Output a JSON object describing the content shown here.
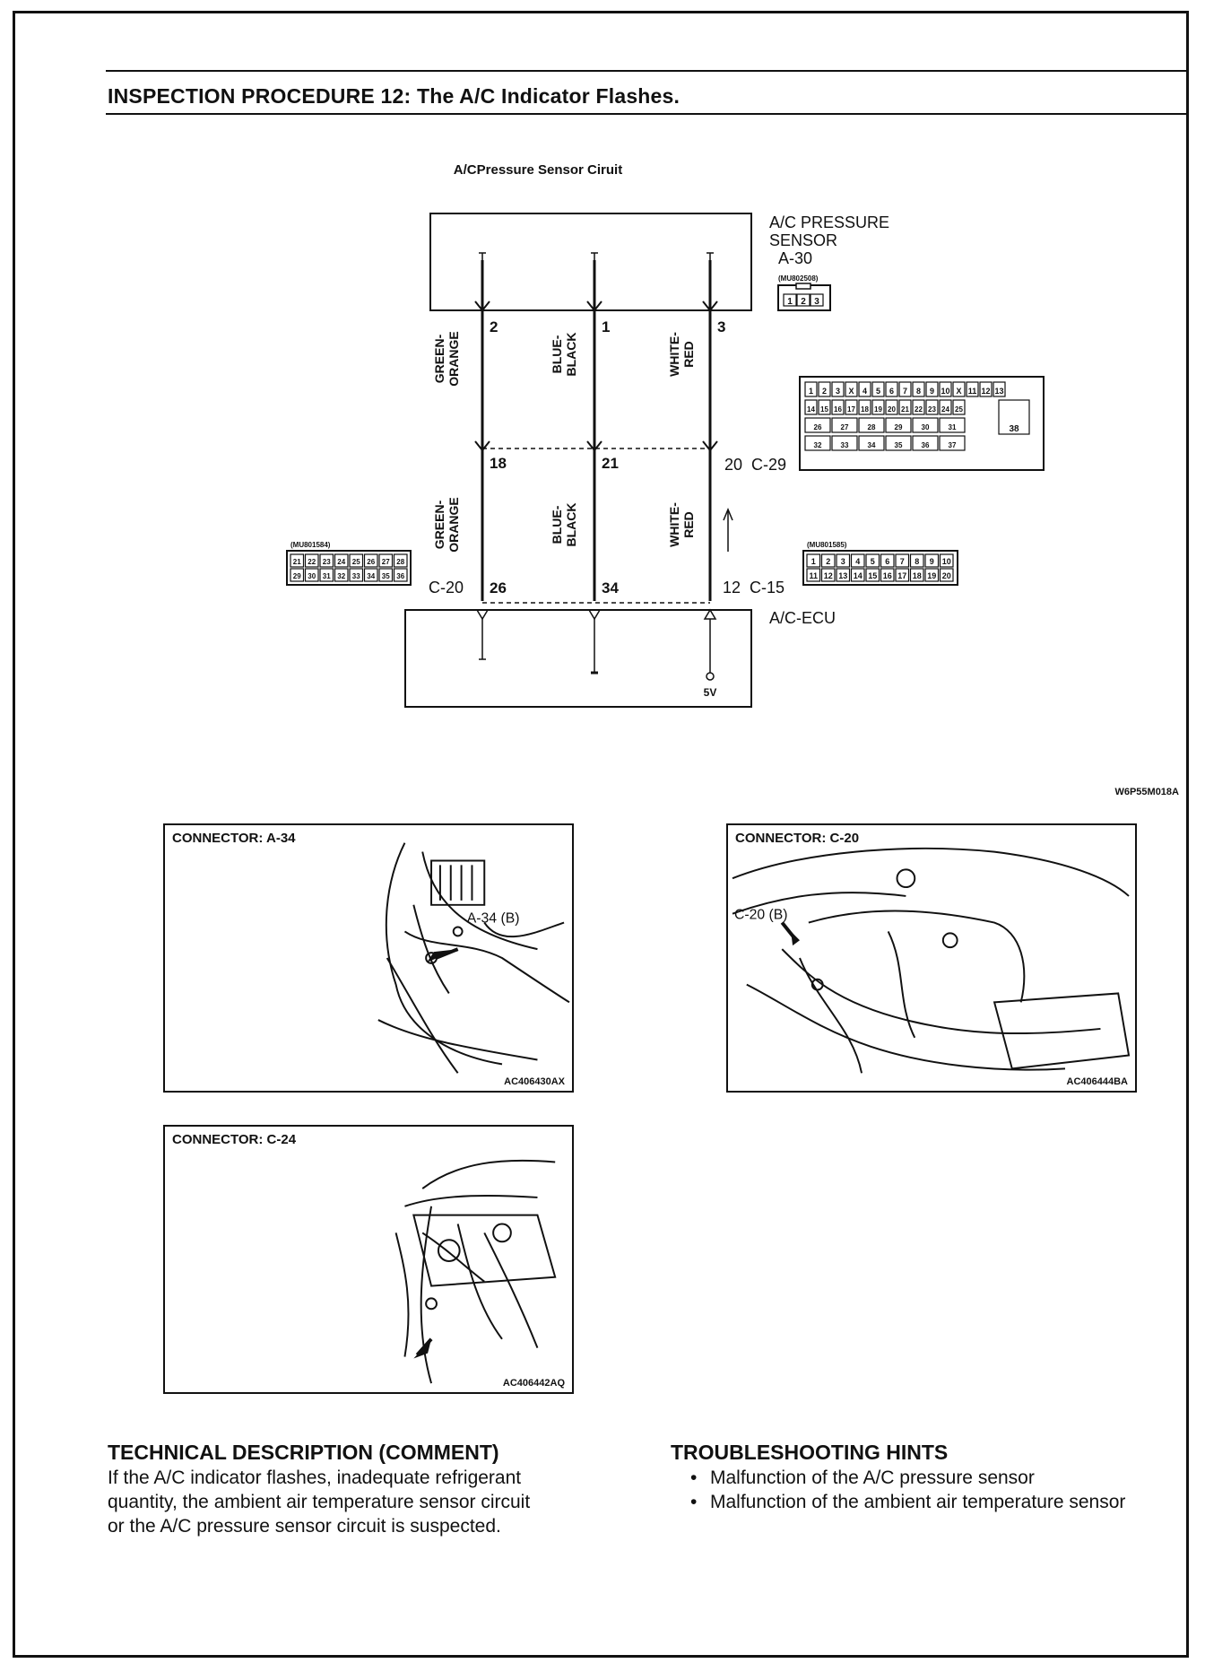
{
  "page": {
    "heading_title": "INSPECTION PROCEDURE 12: The A/C Indicator Flashes."
  },
  "diagram": {
    "title": "A/CPressure Sensor Ciruit",
    "sensor_label": [
      "A/C PRESSURE",
      "SENSOR",
      "A-30"
    ],
    "sensor_connector_code": "(MU802508)",
    "sensor_connector_pins": [
      "1",
      "2",
      "3"
    ],
    "ecu_label": "A/C-ECU",
    "supply_label": "5V",
    "figure_code": "W6P55M018A",
    "wires": [
      {
        "name": "GREEN-ORANGE",
        "upper_label": [
          "GREEN-",
          "ORANGE"
        ],
        "lower_label": [
          "GREEN-",
          "ORANGE"
        ],
        "sensor_pin": "2",
        "junction_pin": "18",
        "ecu_pin": "26"
      },
      {
        "name": "BLUE-BLACK",
        "upper_label": [
          "BLUE-",
          "BLACK"
        ],
        "lower_label": [
          "BLUE-",
          "BLACK"
        ],
        "sensor_pin": "1",
        "junction_pin": "21",
        "ecu_pin": "34"
      },
      {
        "name": "WHITE-RED",
        "upper_label": [
          "WHITE-",
          "RED"
        ],
        "lower_label": [
          "WHITE-",
          "RED"
        ],
        "sensor_pin": "3",
        "junction_pin": "20",
        "ecu_pin": "12"
      }
    ],
    "junction_connector": "C-29",
    "ecu_connector_left": "C-20",
    "ecu_connector_right": "C-15",
    "c29_rows": [
      [
        "1",
        "2",
        "3",
        "X",
        "4",
        "5",
        "6",
        "7",
        "8",
        "9",
        "10",
        "X",
        "11",
        "12",
        "13"
      ],
      [
        "14",
        "15",
        "16",
        "17",
        "18",
        "19",
        "20",
        "21",
        "22",
        "23",
        "24",
        "25"
      ],
      [
        "26",
        "27",
        "28",
        "29",
        "30",
        "31"
      ],
      [
        "32",
        "33",
        "34",
        "35",
        "36",
        "37"
      ]
    ],
    "c29_side_pin": "38",
    "c20_code": "(MU801584)",
    "c20_rows": [
      [
        "21",
        "22",
        "23",
        "24",
        "25",
        "26",
        "27",
        "28"
      ],
      [
        "29",
        "30",
        "31",
        "32",
        "33",
        "34",
        "35",
        "36"
      ]
    ],
    "c15_code": "(MU801585)",
    "c15_rows": [
      [
        "1",
        "2",
        "3",
        "4",
        "5",
        "6",
        "7",
        "8",
        "9",
        "10"
      ],
      [
        "11",
        "12",
        "13",
        "14",
        "15",
        "16",
        "17",
        "18",
        "19",
        "20"
      ]
    ]
  },
  "connectors": [
    {
      "title": "CONNECTOR: A-34",
      "callout": "A-34 (B)",
      "code": "AC406430AX"
    },
    {
      "title": "CONNECTOR: C-20",
      "callout": "C-20 (B)",
      "code": "AC406444BA"
    },
    {
      "title": "CONNECTOR: C-24",
      "callout": "",
      "code": "AC406442AQ"
    }
  ],
  "technical": {
    "heading": "TECHNICAL DESCRIPTION (COMMENT)",
    "lines": [
      "If the A/C indicator flashes, inadequate refrigerant",
      "quantity, the ambient air temperature sensor circuit",
      "or the A/C pressure sensor circuit is suspected."
    ]
  },
  "hints": {
    "heading": "TROUBLESHOOTING HINTS",
    "items": [
      "Malfunction of the A/C pressure sensor",
      "Malfunction of the ambient air temperature sensor"
    ],
    "bullet": "•"
  }
}
